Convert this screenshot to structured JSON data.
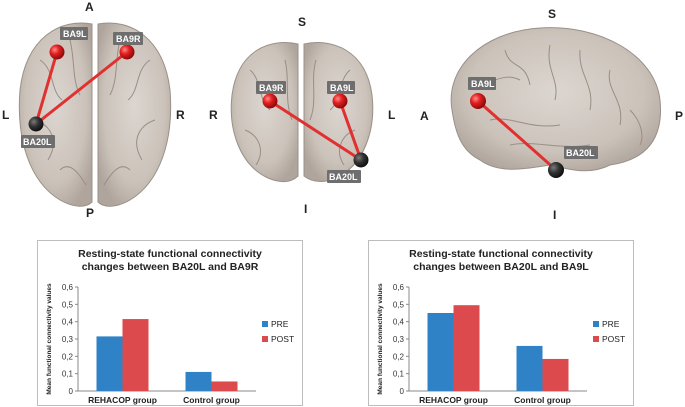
{
  "brain_views": [
    {
      "orientation": {
        "top": "A",
        "bottom": "P",
        "left": "L",
        "right": "R"
      },
      "nodes": [
        "BA9L",
        "BA9R",
        "BA20L"
      ]
    },
    {
      "orientation": {
        "top": "S",
        "bottom": "I",
        "left": "R",
        "right": "L"
      },
      "nodes": [
        "BA9R",
        "BA9L",
        "BA20L"
      ]
    },
    {
      "orientation": {
        "top": "S",
        "bottom": "I",
        "left": "A",
        "right": "P"
      },
      "nodes": [
        "BA9L",
        "BA20L"
      ]
    }
  ],
  "colors": {
    "pre": "#2f82c6",
    "post": "#dc4a4e",
    "connection": "#e03030",
    "seed_node": "#d81f1f",
    "target_node": "#2a2a2a"
  },
  "chart_data": [
    {
      "type": "bar",
      "title": "Resting-state functional connectivity changes between BA20L and BA9R",
      "ylabel": "Mean functional connectivity values",
      "xlabel": "",
      "categories": [
        "REHACOP group",
        "Control group"
      ],
      "series": [
        {
          "name": "PRE",
          "values": [
            0.315,
            0.11
          ]
        },
        {
          "name": "POST",
          "values": [
            0.415,
            0.055
          ]
        }
      ],
      "ylim": [
        0,
        0.6
      ],
      "yticks": [
        "0",
        "0,1",
        "0,2",
        "0,3",
        "0,4",
        "0,5",
        "0,6"
      ],
      "grid": false,
      "legend": "right"
    },
    {
      "type": "bar",
      "title": "Resting-state functional connectivity changes between BA20L and BA9L",
      "ylabel": "Mean functional connectivity values",
      "xlabel": "",
      "categories": [
        "REHACOP group",
        "Control group"
      ],
      "series": [
        {
          "name": "PRE",
          "values": [
            0.45,
            0.26
          ]
        },
        {
          "name": "POST",
          "values": [
            0.495,
            0.185
          ]
        }
      ],
      "ylim": [
        0,
        0.6
      ],
      "yticks": [
        "0",
        "0,1",
        "0,2",
        "0,3",
        "0,4",
        "0,5",
        "0,6"
      ],
      "grid": false,
      "legend": "right"
    }
  ]
}
